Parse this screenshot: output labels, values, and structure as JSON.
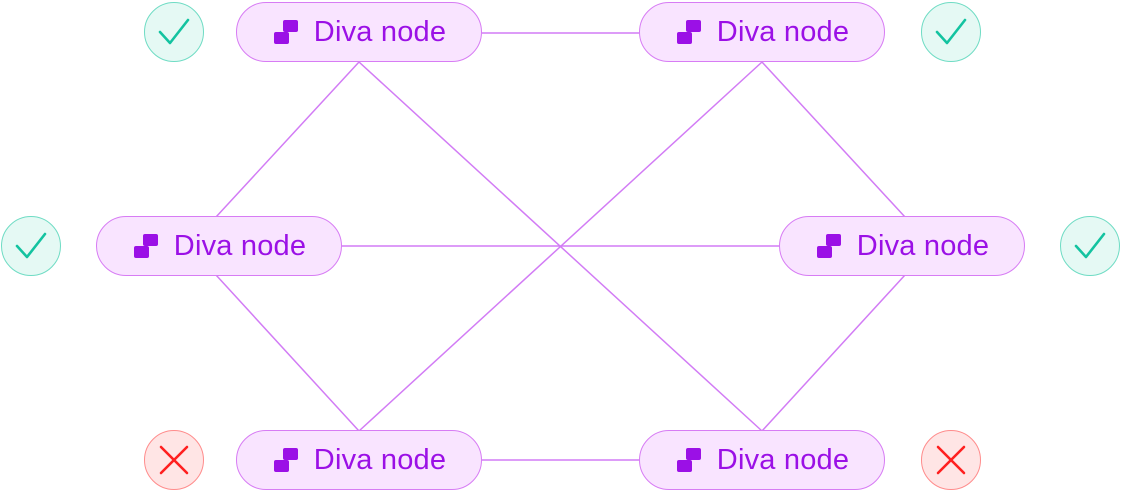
{
  "colors": {
    "edge": "#d27cf5",
    "node_fill": "#f9e4ff",
    "node_border": "#d77cf4",
    "node_text": "#9b10e6",
    "ok_stroke": "#13c3a0",
    "fail_stroke": "#ff1f1f"
  },
  "nodes": [
    {
      "id": "n1",
      "label": "Diva node",
      "status": "ok",
      "status_icon": "checkmark-icon"
    },
    {
      "id": "n2",
      "label": "Diva node",
      "status": "ok",
      "status_icon": "checkmark-icon"
    },
    {
      "id": "n3",
      "label": "Diva node",
      "status": "ok",
      "status_icon": "checkmark-icon"
    },
    {
      "id": "n4",
      "label": "Diva node",
      "status": "ok",
      "status_icon": "checkmark-icon"
    },
    {
      "id": "n5",
      "label": "Diva node",
      "status": "fail",
      "status_icon": "cross-icon"
    },
    {
      "id": "n6",
      "label": "Diva node",
      "status": "fail",
      "status_icon": "cross-icon"
    }
  ],
  "edges": [
    [
      "n1",
      "n2"
    ],
    [
      "n1",
      "n3"
    ],
    [
      "n1",
      "n6"
    ],
    [
      "n2",
      "n4"
    ],
    [
      "n2",
      "n5"
    ],
    [
      "n3",
      "n4"
    ],
    [
      "n3",
      "n5"
    ],
    [
      "n4",
      "n6"
    ],
    [
      "n5",
      "n6"
    ]
  ]
}
